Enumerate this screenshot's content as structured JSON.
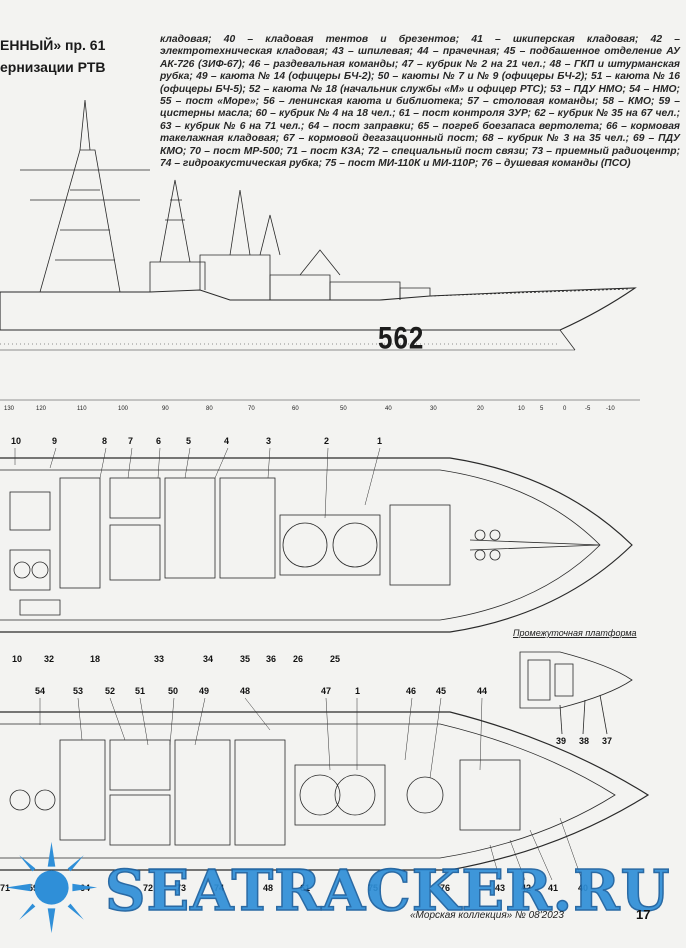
{
  "header": {
    "title_line1": "ЕННЫЙ» пр. 61",
    "title_line2": "ернизации РТВ"
  },
  "legend_text": "кладовая; 40 – кладовая тентов и брезентов; 41 – шкиперская кладовая; 42 – электротехническая кладовая; 43 – шпилевая; 44 – прачечная; 45 – подбашенное отделение АУ АК-726 (ЗИФ-67); 46 – раздевальная команды; 47 – кубрик № 2 на 21 чел.; 48 – ГКП и штурманская рубка; 49 – каюта № 14 (офицеры БЧ-2); 50 – каюты № 7 и № 9 (офицеры БЧ-2); 51 – каюта № 16 (офицеры БЧ-5); 52 – каюта № 18 (начальник службы «М» и офицер РТС); 53 – ПДУ НМО; 54 – НМО; 55 – пост «Море»; 56 – ленинская каюта и библиотека; 57 – столовая команды; 58 – КМО; 59 – цистерны масла; 60 – кубрик № 4 на 18 чел.; 61 – пост контроля ЗУР; 62 – кубрик № 35 на 67 чел.; 63 – кубрик № 6 на 71 чел.; 64 – пост заправки; 65 – погреб боезапаса вертолета; 66 – кормовая такелажная кладовая; 67 – кормовой дегазационный пост; 68 – кубрик № 3 на 35 чел.; 69 – ПДУ КМО; 70 – пост МР-500; 71 – пост КЗА; 72 – специальный пост связи; 73 – приемный радиоцентр; 74 – гидроакустическая рубка; 75 – пост МИ-110К и МИ-110Р; 76 – душевая команды (ПСО)",
  "hull_number": "562",
  "frame_scale": [
    "130",
    "120",
    "110",
    "100",
    "90",
    "80",
    "70",
    "60",
    "50",
    "40",
    "30",
    "20",
    "10",
    "5",
    "0",
    "-5",
    "-10"
  ],
  "deck_callouts_top": [
    "10",
    "9",
    "8",
    "7",
    "6",
    "5",
    "4",
    "3",
    "2",
    "1"
  ],
  "deck_callouts_bottom": [
    "10",
    "32",
    "18",
    "33",
    "34",
    "35",
    "36",
    "26",
    "25"
  ],
  "platform_label": "Промежуточная платформа",
  "platform_callouts": [
    "39",
    "38",
    "37"
  ],
  "lower_callouts_top": [
    "54",
    "53",
    "52",
    "51",
    "50",
    "49",
    "48",
    "47",
    "1",
    "46",
    "45",
    "44"
  ],
  "lower_callouts_bottom": [
    "71",
    "59",
    "64",
    "72",
    "73",
    "74",
    "48",
    "61",
    "75",
    "76",
    "43",
    "42",
    "41",
    "40"
  ],
  "watermark": "SEATRACKER.RU",
  "footer": "«Морская коллекция» № 08'2023",
  "page_number": "17",
  "colors": {
    "ink": "#1a1a1a",
    "watermark": "#2f8fd8",
    "paper": "#f3f3f1"
  }
}
